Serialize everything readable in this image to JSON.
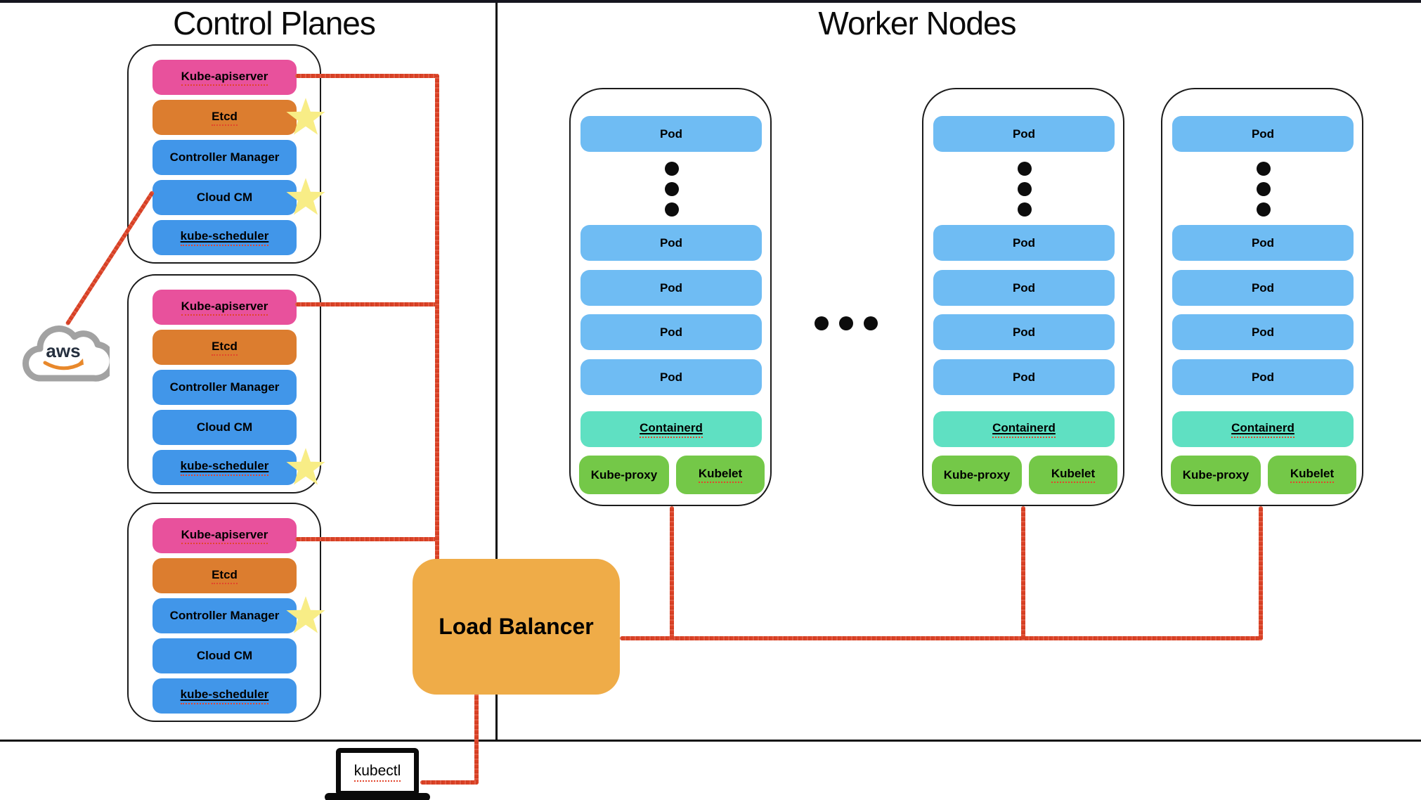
{
  "titles": {
    "control_planes": "Control Planes",
    "worker_nodes": "Worker Nodes"
  },
  "aws": {
    "label": "aws"
  },
  "load_balancer": {
    "label": "Load Balancer"
  },
  "kubectl": {
    "label": "kubectl"
  },
  "control_planes": [
    {
      "components": [
        {
          "label": "Kube-apiserver"
        },
        {
          "label": "Etcd",
          "star": true
        },
        {
          "label": "Controller Manager"
        },
        {
          "label": "Cloud CM",
          "star": true
        },
        {
          "label": "kube-scheduler"
        }
      ]
    },
    {
      "components": [
        {
          "label": "Kube-apiserver"
        },
        {
          "label": "Etcd"
        },
        {
          "label": "Controller Manager"
        },
        {
          "label": "Cloud CM"
        },
        {
          "label": "kube-scheduler",
          "star": true
        }
      ]
    },
    {
      "components": [
        {
          "label": "Kube-apiserver"
        },
        {
          "label": "Etcd"
        },
        {
          "label": "Controller Manager",
          "star": true
        },
        {
          "label": "Cloud CM"
        },
        {
          "label": "kube-scheduler"
        }
      ]
    }
  ],
  "worker_nodes": [
    {
      "pods": [
        "Pod",
        "Pod",
        "Pod",
        "Pod",
        "Pod"
      ],
      "container_runtime": "Containerd",
      "kube_proxy": "Kube-proxy",
      "kubelet": "Kubelet"
    },
    {
      "pods": [
        "Pod",
        "Pod",
        "Pod",
        "Pod",
        "Pod"
      ],
      "container_runtime": "Containerd",
      "kube_proxy": "Kube-proxy",
      "kubelet": "Kubelet"
    },
    {
      "pods": [
        "Pod",
        "Pod",
        "Pod",
        "Pod",
        "Pod"
      ],
      "container_runtime": "Containerd",
      "kube_proxy": "Kube-proxy",
      "kubelet": "Kubelet"
    }
  ],
  "palette": {
    "api_server_pink": "#e8519c",
    "etcd_orange": "#dc7d2f",
    "component_blue": "#4196e9",
    "pod_blue": "#6fbcf3",
    "containerd_teal": "#5fe0c2",
    "node_green": "#74c848",
    "load_balancer_orange": "#efac48",
    "connector_red": "#dc4226",
    "star_yellow": "#f8ed86",
    "aws_navy": "#252f3e",
    "aws_orange": "#e8882b",
    "cloud_gray": "#a2a2a2",
    "frame_black": "#0f0f0f"
  }
}
